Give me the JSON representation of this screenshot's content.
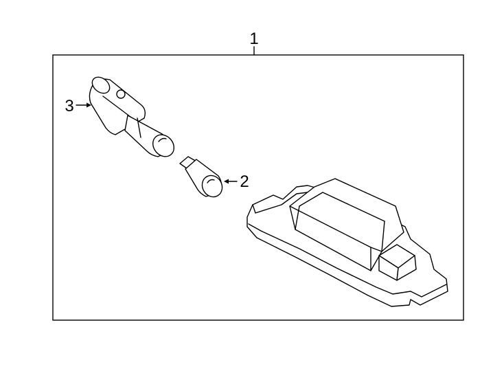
{
  "callouts": {
    "assembly": "1",
    "bulb": "2",
    "socket": "3"
  }
}
